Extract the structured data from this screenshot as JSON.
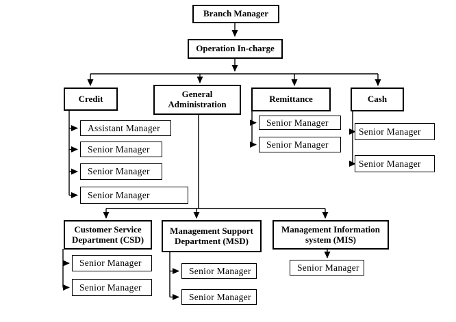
{
  "org_chart": {
    "root": "Branch Manager",
    "operation": "Operation In-charge",
    "departments": [
      {
        "label": "Credit",
        "children": [
          "Assistant Manager",
          "Senior Manager",
          "Senior Manager",
          "Senior Manager"
        ]
      },
      {
        "label": "General Administration",
        "children": []
      },
      {
        "label": "Remittance",
        "children": [
          "Senior Manager",
          "Senior Manager"
        ]
      },
      {
        "label": "Cash",
        "children": [
          "Senior Manager",
          "Senior Manager"
        ]
      }
    ],
    "admin_units": [
      {
        "label": "Customer Service Department (CSD)",
        "children": [
          "Senior Manager",
          "Senior Manager"
        ]
      },
      {
        "label": "Management Support Department (MSD)",
        "children": [
          "Senior Manager",
          "Senior Manager"
        ]
      },
      {
        "label": "Management Information system (MIS)",
        "children": [
          "Senior Manager"
        ]
      }
    ],
    "line_color": "#000000",
    "box_background": "#ffffff"
  }
}
